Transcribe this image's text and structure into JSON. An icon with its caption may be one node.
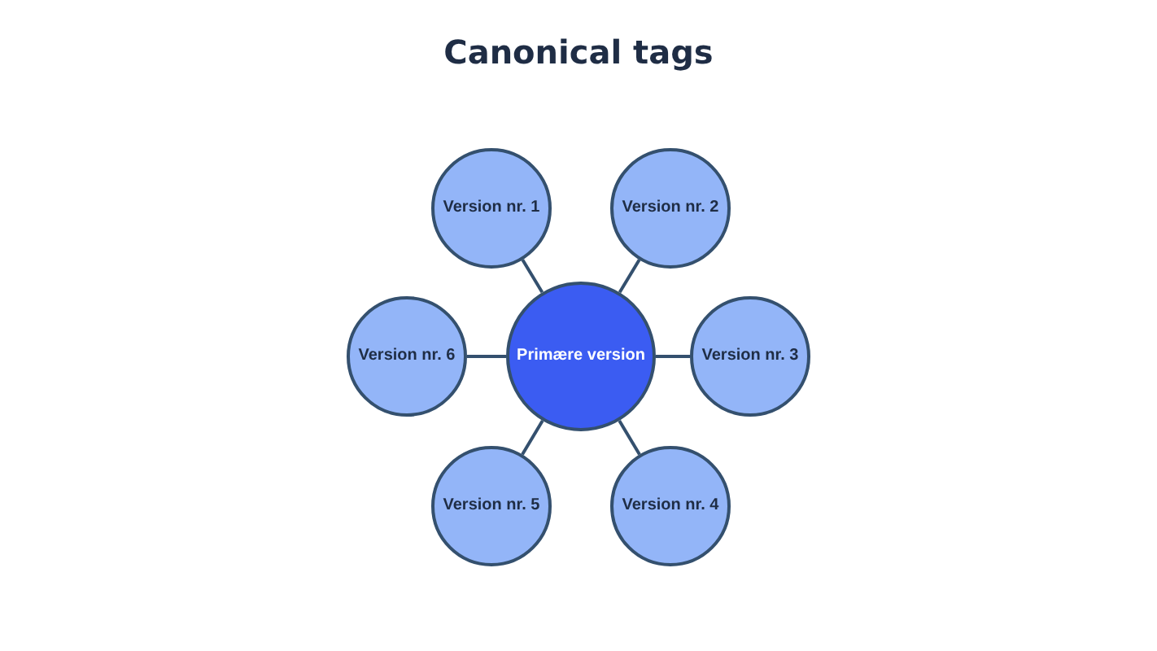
{
  "diagram": {
    "title": "Canonical tags",
    "nodes": [
      {
        "text": [
          "Primære version"
        ]
      },
      {
        "text": [
          "Version nr. 1"
        ]
      },
      {
        "text": [
          "Version nr. 2"
        ]
      },
      {
        "text": [
          "Version nr. 3"
        ]
      },
      {
        "text": [
          "Version nr. 4"
        ]
      },
      {
        "text": [
          "Version nr. 5"
        ]
      },
      {
        "text": [
          "Version nr. 6"
        ]
      }
    ],
    "edges": [
      {
        "from": 0,
        "to": 1,
        "arrow": "none"
      },
      {
        "from": 0,
        "to": 2,
        "arrow": "none"
      },
      {
        "from": 0,
        "to": 3,
        "arrow": "none"
      },
      {
        "from": 0,
        "to": 4,
        "arrow": "none"
      },
      {
        "from": 0,
        "to": 5,
        "arrow": "none"
      },
      {
        "from": 0,
        "to": 6,
        "arrow": "none"
      }
    ]
  }
}
